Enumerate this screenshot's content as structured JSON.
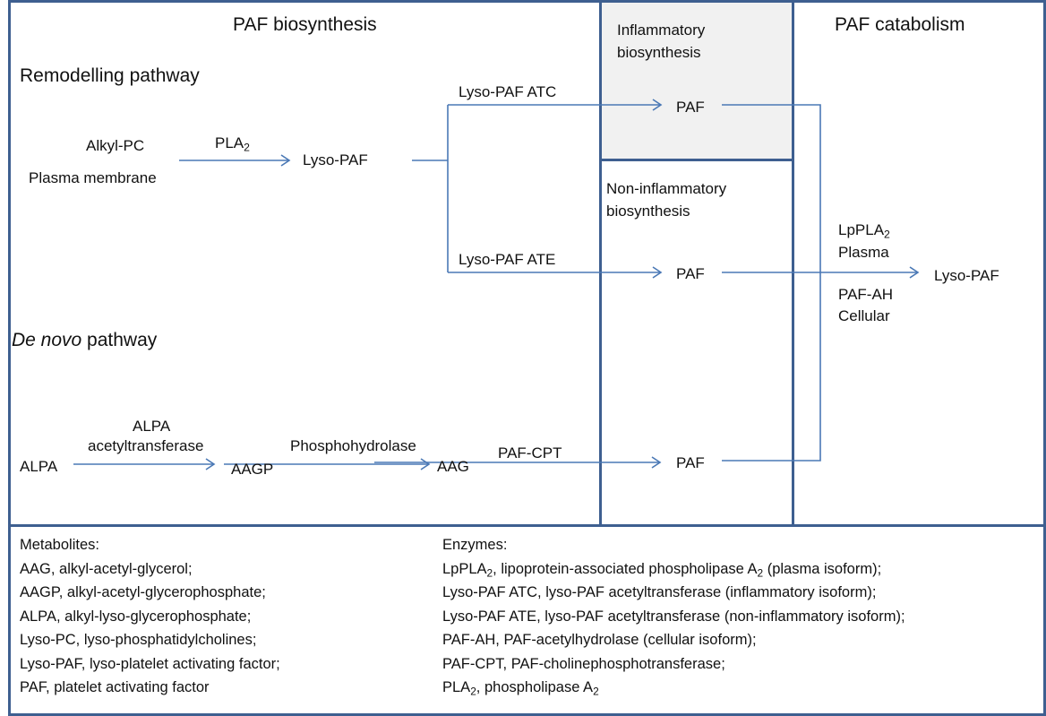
{
  "sections": {
    "biosynthesis_title": "PAF biosynthesis",
    "catabolism_title": "PAF catabolism",
    "inflammatory_title_line1": "Inflammatory",
    "inflammatory_title_line2": "biosynthesis",
    "non_inflammatory_title_line1": "Non-inflammatory",
    "non_inflammatory_title_line2": "biosynthesis",
    "remodelling_title": "Remodelling pathway",
    "de_novo_title_italic": "De novo",
    "de_novo_title_rest": " pathway"
  },
  "remodelling": {
    "source_line1": "Alkyl-PC",
    "source_line2": "Plasma membrane",
    "enzyme_pla2_base": "PLA",
    "enzyme_pla2_sub": "2",
    "intermediate": "Lyso-PAF",
    "branch_upper_enzyme": "Lyso-PAF ATC",
    "branch_lower_enzyme": "Lyso-PAF ATE",
    "product_inflammatory": "PAF",
    "product_non_inflammatory": "PAF"
  },
  "de_novo": {
    "start": "ALPA",
    "enzyme1_line1": "ALPA",
    "enzyme1_line2": "acetyltransferase",
    "intermediate1": "AAGP",
    "enzyme2": "Phosphohydrolase",
    "intermediate2": "AAG",
    "enzyme3": "PAF-CPT",
    "product": "PAF"
  },
  "catabolism": {
    "enzyme_upper_base": "LpPLA",
    "enzyme_upper_sub": "2",
    "enzyme_upper_location": "Plasma",
    "enzyme_lower": "PAF-AH",
    "enzyme_lower_location": "Cellular",
    "product": "Lyso-PAF"
  },
  "legend": {
    "metabolites_header": "Metabolites:",
    "metabolites": [
      "AAG, alkyl-acetyl-glycerol;",
      "AAGP, alkyl-acetyl-glycerophosphate;",
      "ALPA, alkyl-lyso-glycerophosphate;",
      "Lyso-PC, lyso-phosphatidylcholines;",
      "Lyso-PAF, lyso-platelet activating factor;",
      "PAF, platelet activating factor"
    ],
    "enzymes_header": "Enzymes:",
    "enzymes": [
      {
        "pre": "LpPLA",
        "sub": "2",
        "mid": ", lipoprotein-associated phospholipase A",
        "sub2": "2",
        "post": " (plasma isoform);"
      },
      {
        "pre": "Lyso-PAF ATC, lyso-PAF acetyltransferase (inflammatory isoform);",
        "sub": "",
        "mid": "",
        "sub2": "",
        "post": ""
      },
      {
        "pre": "Lyso-PAF ATE, lyso-PAF acetyltransferase (non-inflammatory isoform);",
        "sub": "",
        "mid": "",
        "sub2": "",
        "post": ""
      },
      {
        "pre": "PAF-AH, PAF-acetylhydrolase (cellular isoform);",
        "sub": "",
        "mid": "",
        "sub2": "",
        "post": ""
      },
      {
        "pre": "PAF-CPT, PAF-cholinephosphotransferase;",
        "sub": "",
        "mid": "",
        "sub2": "",
        "post": ""
      },
      {
        "pre": "PLA",
        "sub": "2",
        "mid": ", phospholipase A",
        "sub2": "2",
        "post": ""
      }
    ]
  },
  "colors": {
    "border": "#3e5f90",
    "arrow": "#4a78b5",
    "inflammatory_fill": "#f1f1f1"
  }
}
